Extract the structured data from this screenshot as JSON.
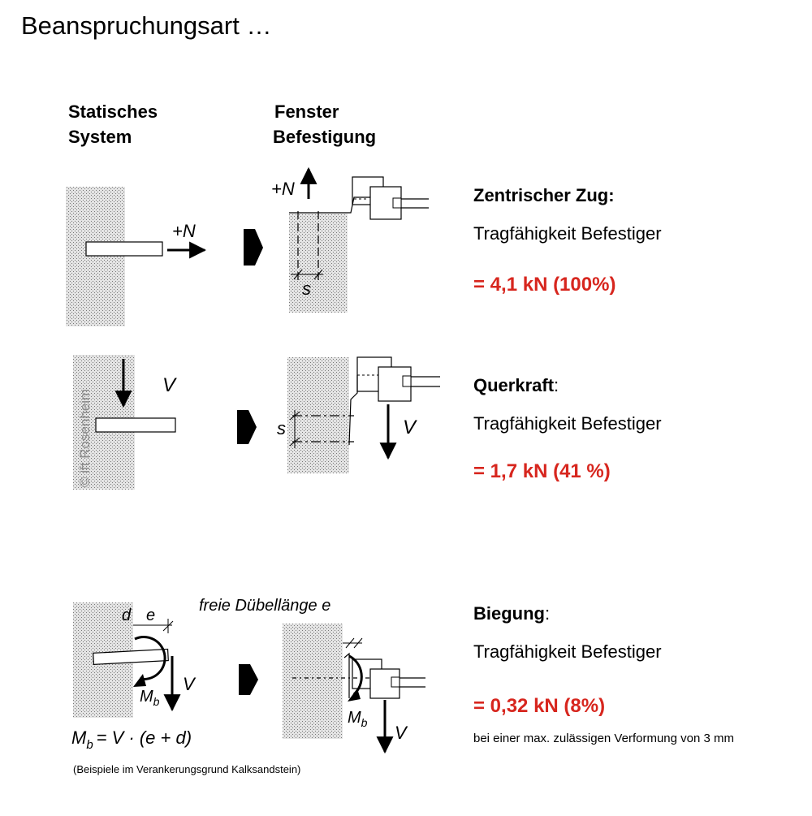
{
  "title": "Beanspruchungsart …",
  "columns": {
    "left_line1": "Statisches",
    "left_line2": "System",
    "right_line1": "Fenster",
    "right_line2": "Befestigung"
  },
  "cases": [
    {
      "heading": "Zentrischer Zug:",
      "heading_suffix": "",
      "capacity_label": "Tragfähigkeit Befestiger",
      "result": "= 4,1 kN (100%)",
      "labels": {
        "force_left": "+N",
        "force_right": "+N",
        "spacing": "s"
      }
    },
    {
      "heading": "Querkraft",
      "heading_suffix": ":",
      "capacity_label": "Tragfähigkeit Befestiger",
      "result": "= 1,7 kN (41 %)",
      "labels": {
        "force_left": "V",
        "force_right": "V",
        "spacing": "s"
      }
    },
    {
      "heading": "Biegung",
      "heading_suffix": ":",
      "capacity_label": "Tragfähigkeit Befestiger",
      "result": "= 0,32 kN (8%)",
      "note": "bei einer max. zulässigen Verformung von 3 mm",
      "labels": {
        "d": "d",
        "e": "e",
        "free_length": "freie Dübellänge  e",
        "mb_base": "M",
        "mb_sub": "b",
        "v": "V",
        "formula": "= V · (e + d)"
      }
    }
  ],
  "watermark": "© ift Rosenheim",
  "footnote": "(Beispiele im Verankerungsgrund Kalksandstein)"
}
